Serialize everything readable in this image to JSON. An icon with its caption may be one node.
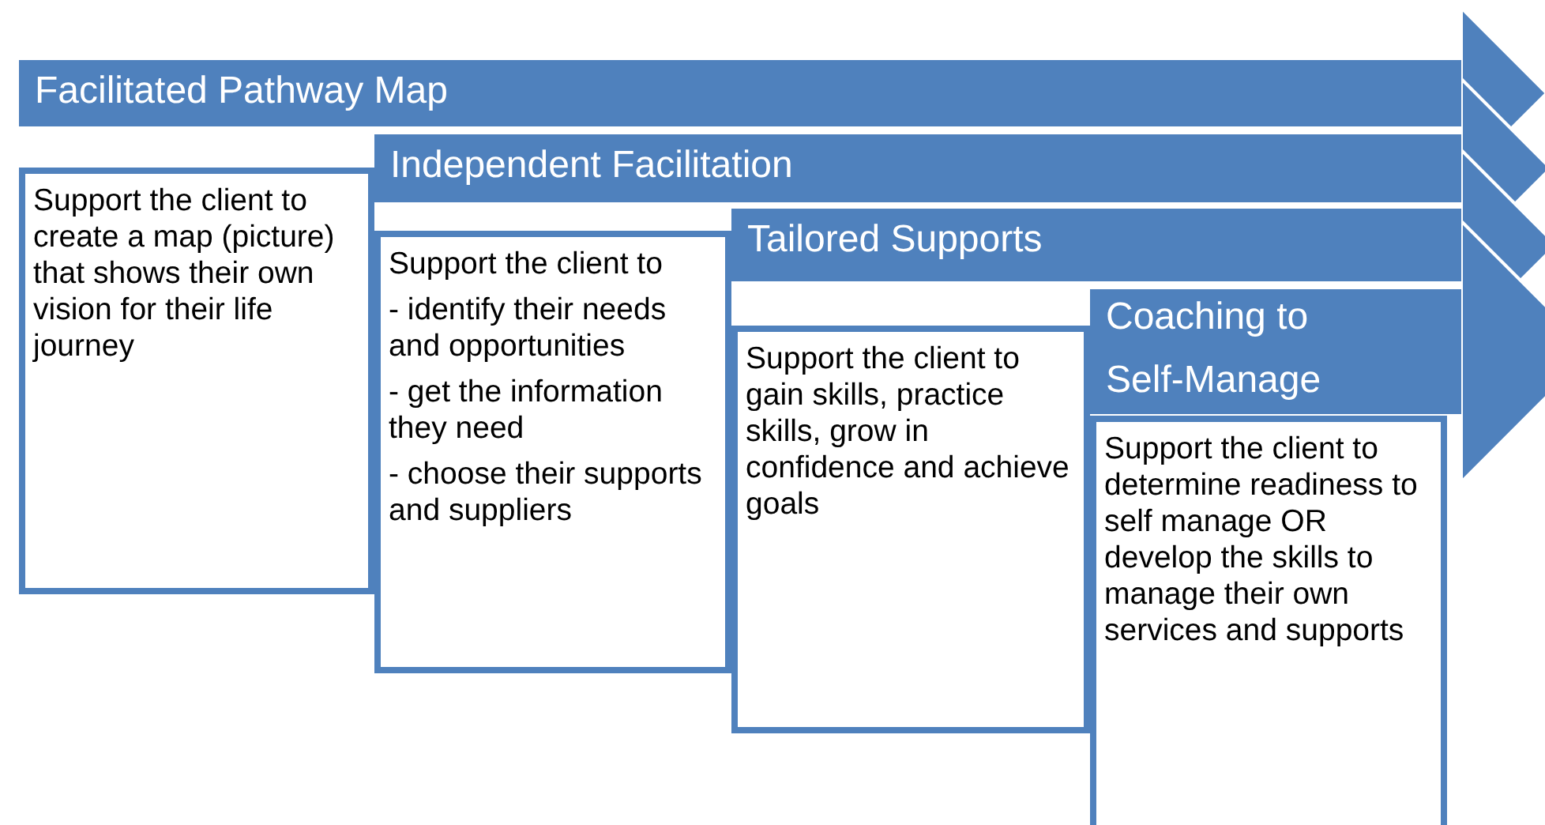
{
  "diagram": {
    "nodes": [
      {
        "text": [
          "Facilitated Pathway Map"
        ]
      },
      {
        "text": [
          "Support the client to create a map (picture) that shows their own vision for their life journey"
        ]
      },
      {
        "text": [
          "Independent Facilitation"
        ]
      },
      {
        "text": [
          "Support the client to",
          "- identify their needs and opportunities",
          "- get the information they need",
          "- choose their supports and suppliers"
        ]
      },
      {
        "text": [
          "Tailored Supports"
        ]
      },
      {
        "text": [
          "Support the client to gain skills, practice skills, grow in confidence and achieve goals"
        ]
      },
      {
        "text": [
          "Coaching to Self-Manage"
        ]
      },
      {
        "text": [
          "Support the client to determine readiness to self manage OR develop the skills to manage their own services and supports"
        ]
      }
    ]
  }
}
